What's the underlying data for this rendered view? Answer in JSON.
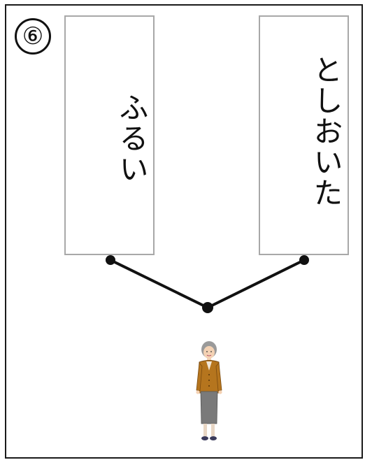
{
  "badge": {
    "number": "⑥"
  },
  "cards": {
    "left": {
      "word": "ふるい"
    },
    "right": {
      "word": "としおいた"
    }
  },
  "figure": {
    "icon": "elderly-woman-icon"
  },
  "colors": {
    "line": "#111111",
    "card_border": "#a8a8a8",
    "cardigan": "#b5751e",
    "skirt": "#7a7a7a"
  }
}
